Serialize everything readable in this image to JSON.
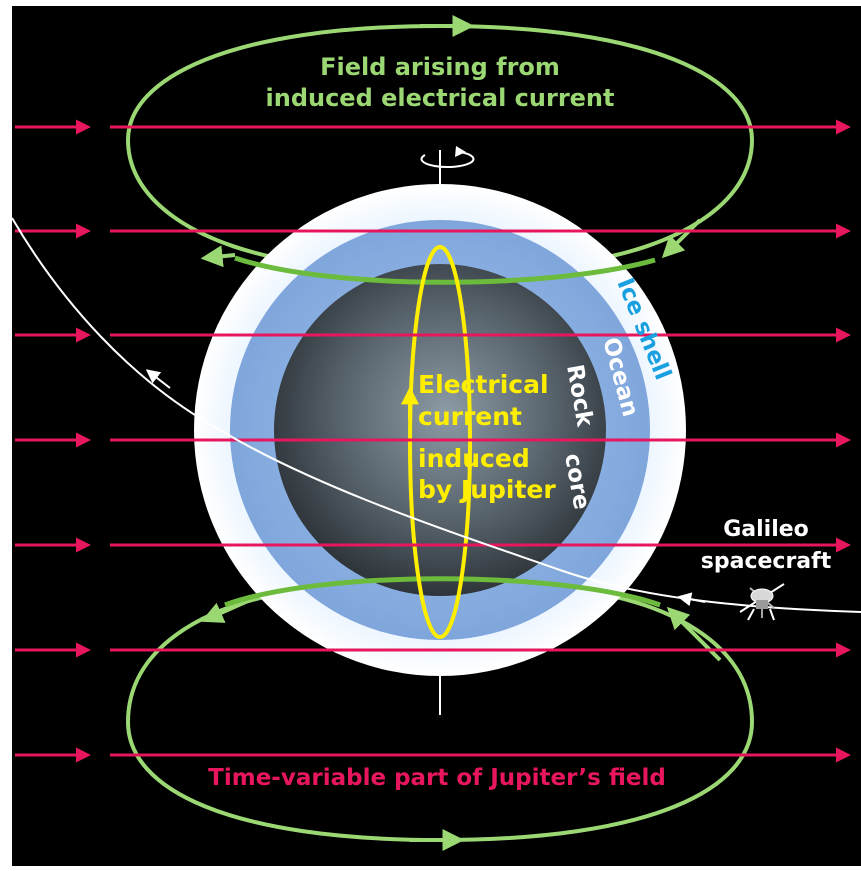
{
  "labels": {
    "induced_field_line1": "Field arising from",
    "induced_field_line2": "induced electrical current",
    "ice_shell": "Ice shell",
    "ocean": "Ocean",
    "rock": "Rock",
    "core": "core",
    "current_line1": "Electrical",
    "current_line2": "current",
    "current_line3": "induced",
    "current_line4": "by Jupiter",
    "galileo_line1": "Galileo",
    "galileo_line2": "spacecraft",
    "jupiter_field": "Time-variable part of Jupiter’s  field"
  },
  "colors": {
    "background": "#000000",
    "jupiter_field": "#e8175d",
    "induced_field": "#9bd874",
    "induced_field_dark": "#6cbb3c",
    "current": "#ffee00",
    "ice_text": "#1aa0e0",
    "white": "#ffffff",
    "trajectory": "#ffffff"
  },
  "icons": {
    "spin": "rotation-arrow-icon",
    "spacecraft": "galileo-spacecraft-icon"
  }
}
